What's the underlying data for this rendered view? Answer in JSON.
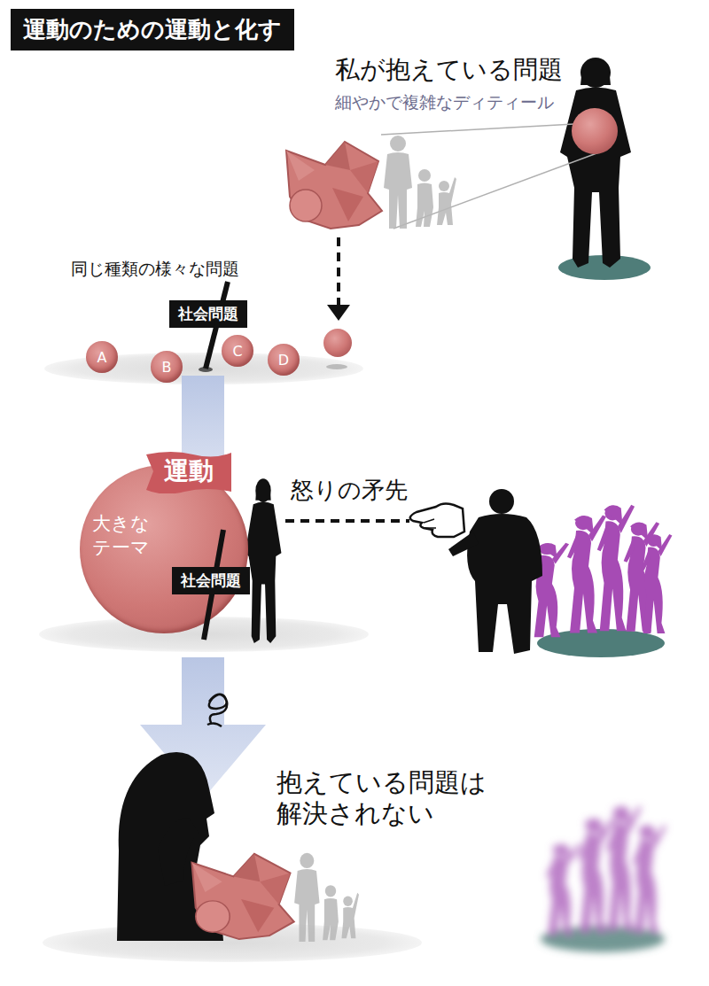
{
  "diagram": {
    "title": "運動のための運動と化す",
    "nodes": [
      {
        "text": [
          "社会問題"
        ]
      },
      {
        "text": [
          "A"
        ]
      },
      {
        "text": [
          "B"
        ]
      },
      {
        "text": [
          "C"
        ]
      },
      {
        "text": [
          "D"
        ]
      },
      {
        "text": [
          "大きな テーマ"
        ]
      },
      {
        "text": [
          "運動"
        ]
      },
      {
        "text": [
          "社会問題"
        ]
      }
    ],
    "labels": [
      "私が抱えている問題",
      "細やかで複雑なディティール",
      "同じ種類の様々な問題",
      "怒りの矛先",
      "抱えている問題は 解決されない"
    ]
  }
}
